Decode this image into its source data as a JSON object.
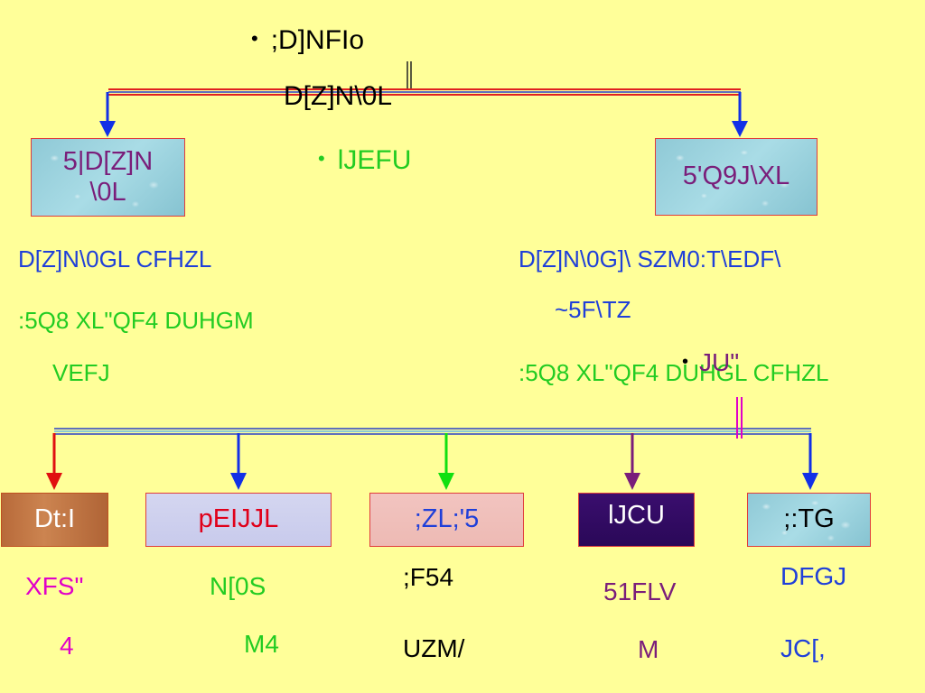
{
  "colors": {
    "background": "#FFFF99",
    "blue_text": "#1F3FD9",
    "green_text": "#22CC22",
    "purple_text": "#7A1E7A",
    "magenta_text": "#E000C8",
    "red_text": "#E0001A"
  },
  "top": {
    "bullet1": ";D]NFIo",
    "bullet1_line2": "D[Z]N\\0L",
    "bullet2": "lJEFU"
  },
  "left_box": {
    "line1": "5|D[Z]N",
    "line2": "\\0L"
  },
  "right_box": {
    "label": "5'Q9J\\XL"
  },
  "left_text": {
    "line1": "D[Z]N\\0GL CFHZL",
    "line2": ":5Q8 XL\"QF4 DUHGM",
    "line3": "VEFJ"
  },
  "right_text": {
    "line1": "D[Z]N\\0G]\\ SZM0:T\\EDF\\",
    "line2": "~5F\\TZ",
    "line3": ":5Q8 XL\"QF4 DUHGL CFHZL",
    "overlay": "JU\""
  },
  "bottom_boxes": [
    {
      "label": "Dt:I",
      "sub1": "XFS\"",
      "sub2": "4"
    },
    {
      "label": "pEIJJL",
      "sub1": "N[0S",
      "sub2": "M4"
    },
    {
      "label": ";ZL;'5",
      "sub1": ";F54",
      "sub2": "UZM/"
    },
    {
      "label": "lJCU",
      "sub1": "51FLV",
      "sub2": "M"
    },
    {
      "label": ";:TG",
      "sub1": "DFGJ",
      "sub2": "JC[,"
    }
  ]
}
